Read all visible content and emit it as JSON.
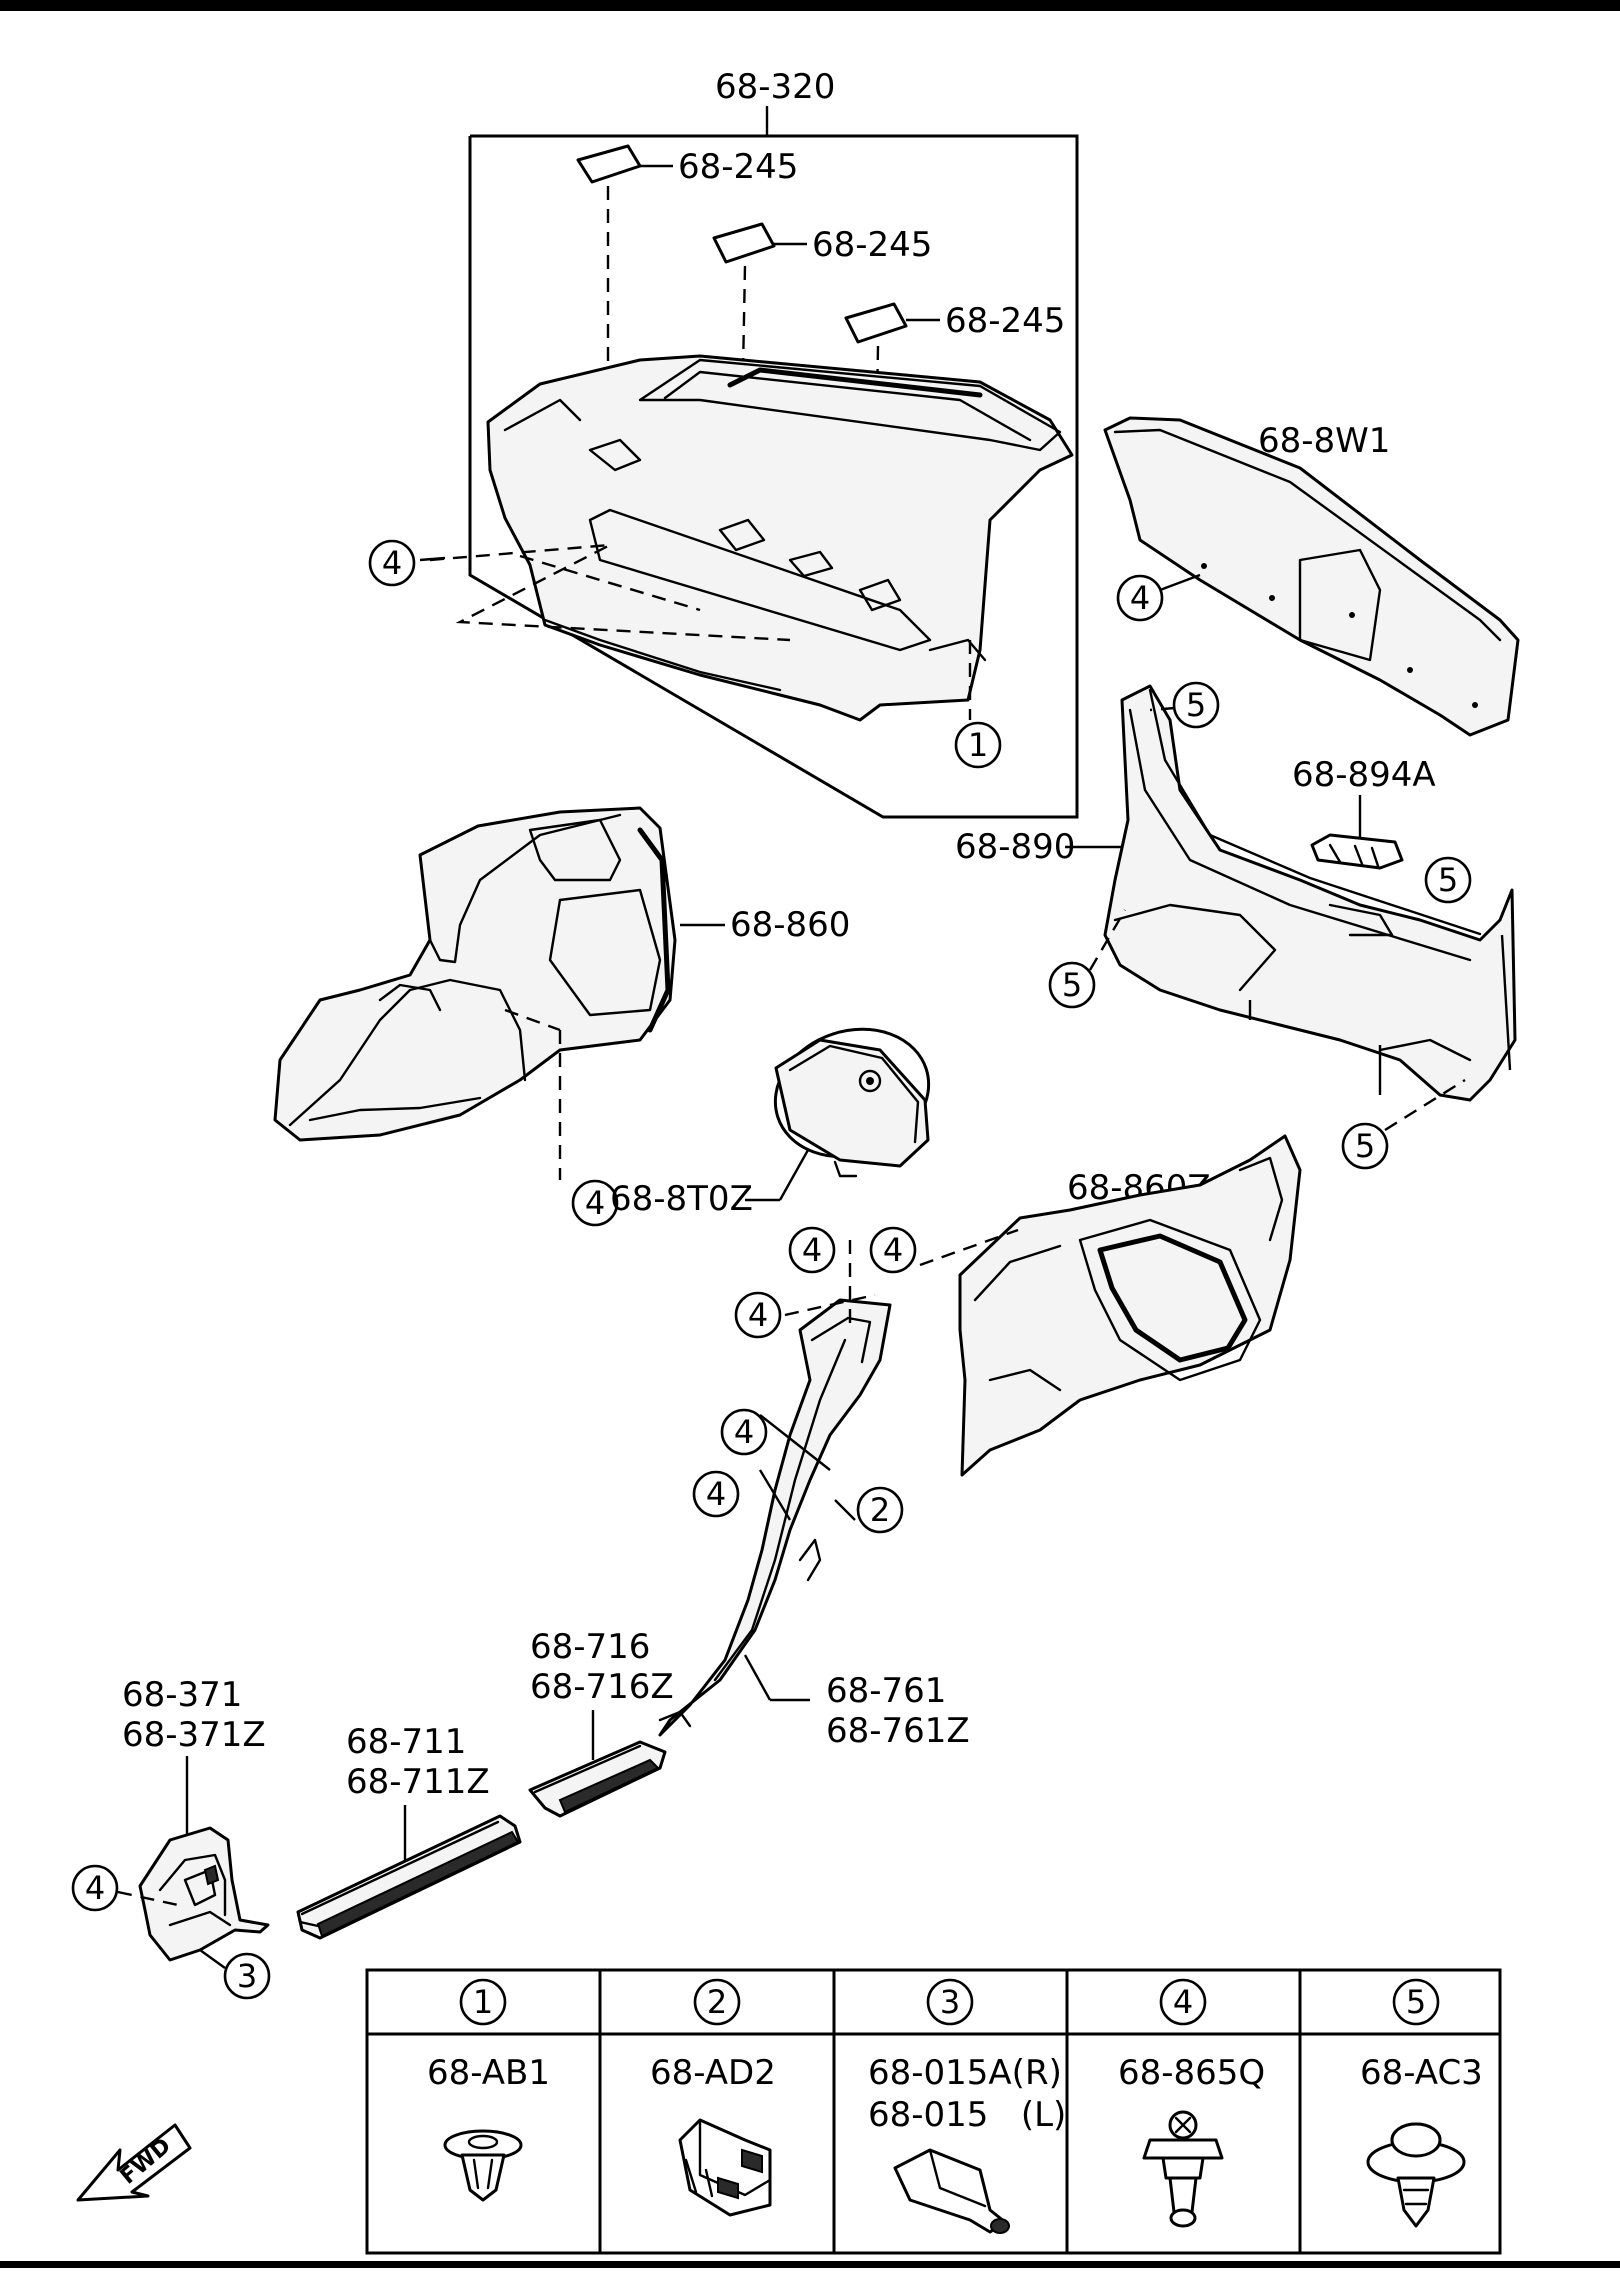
{
  "parts": {
    "package_tray": "68-320",
    "tray_cap_1": "68-245",
    "tray_cap_2": "68-245",
    "tray_cap_3": "68-245",
    "trunk_lid_trim": "68-8W1",
    "trunk_end_trim": "68-890",
    "end_trim_cover": "68-894A",
    "trunk_side_trim_left": "68-860",
    "trunk_side_trim_right": "68-860Z",
    "spare_tire_cover": "68-8T0Z",
    "pillar_trim": "68-761",
    "pillar_trim_z": "68-761Z",
    "scuff_plate_rear": "68-716",
    "scuff_plate_rear_z": "68-716Z",
    "scuff_plate_front": "68-711",
    "scuff_plate_front_z": "68-711Z",
    "kick_panel": "68-371",
    "kick_panel_z": "68-371Z"
  },
  "callouts": {
    "c1": "1",
    "c2": "2",
    "c3": "3",
    "c4": "4",
    "c5": "5"
  },
  "fastener_table": {
    "columns": [
      {
        "key": "1",
        "part": "68-AB1",
        "part_line2": ""
      },
      {
        "key": "2",
        "part": "68-AD2",
        "part_line2": ""
      },
      {
        "key": "3",
        "part": "68-015A(R)",
        "part_line2": "68-015   (L)"
      },
      {
        "key": "4",
        "part": "68-865Q",
        "part_line2": ""
      },
      {
        "key": "5",
        "part": "68-AC3",
        "part_line2": ""
      }
    ]
  },
  "direction_badge": "FWD"
}
